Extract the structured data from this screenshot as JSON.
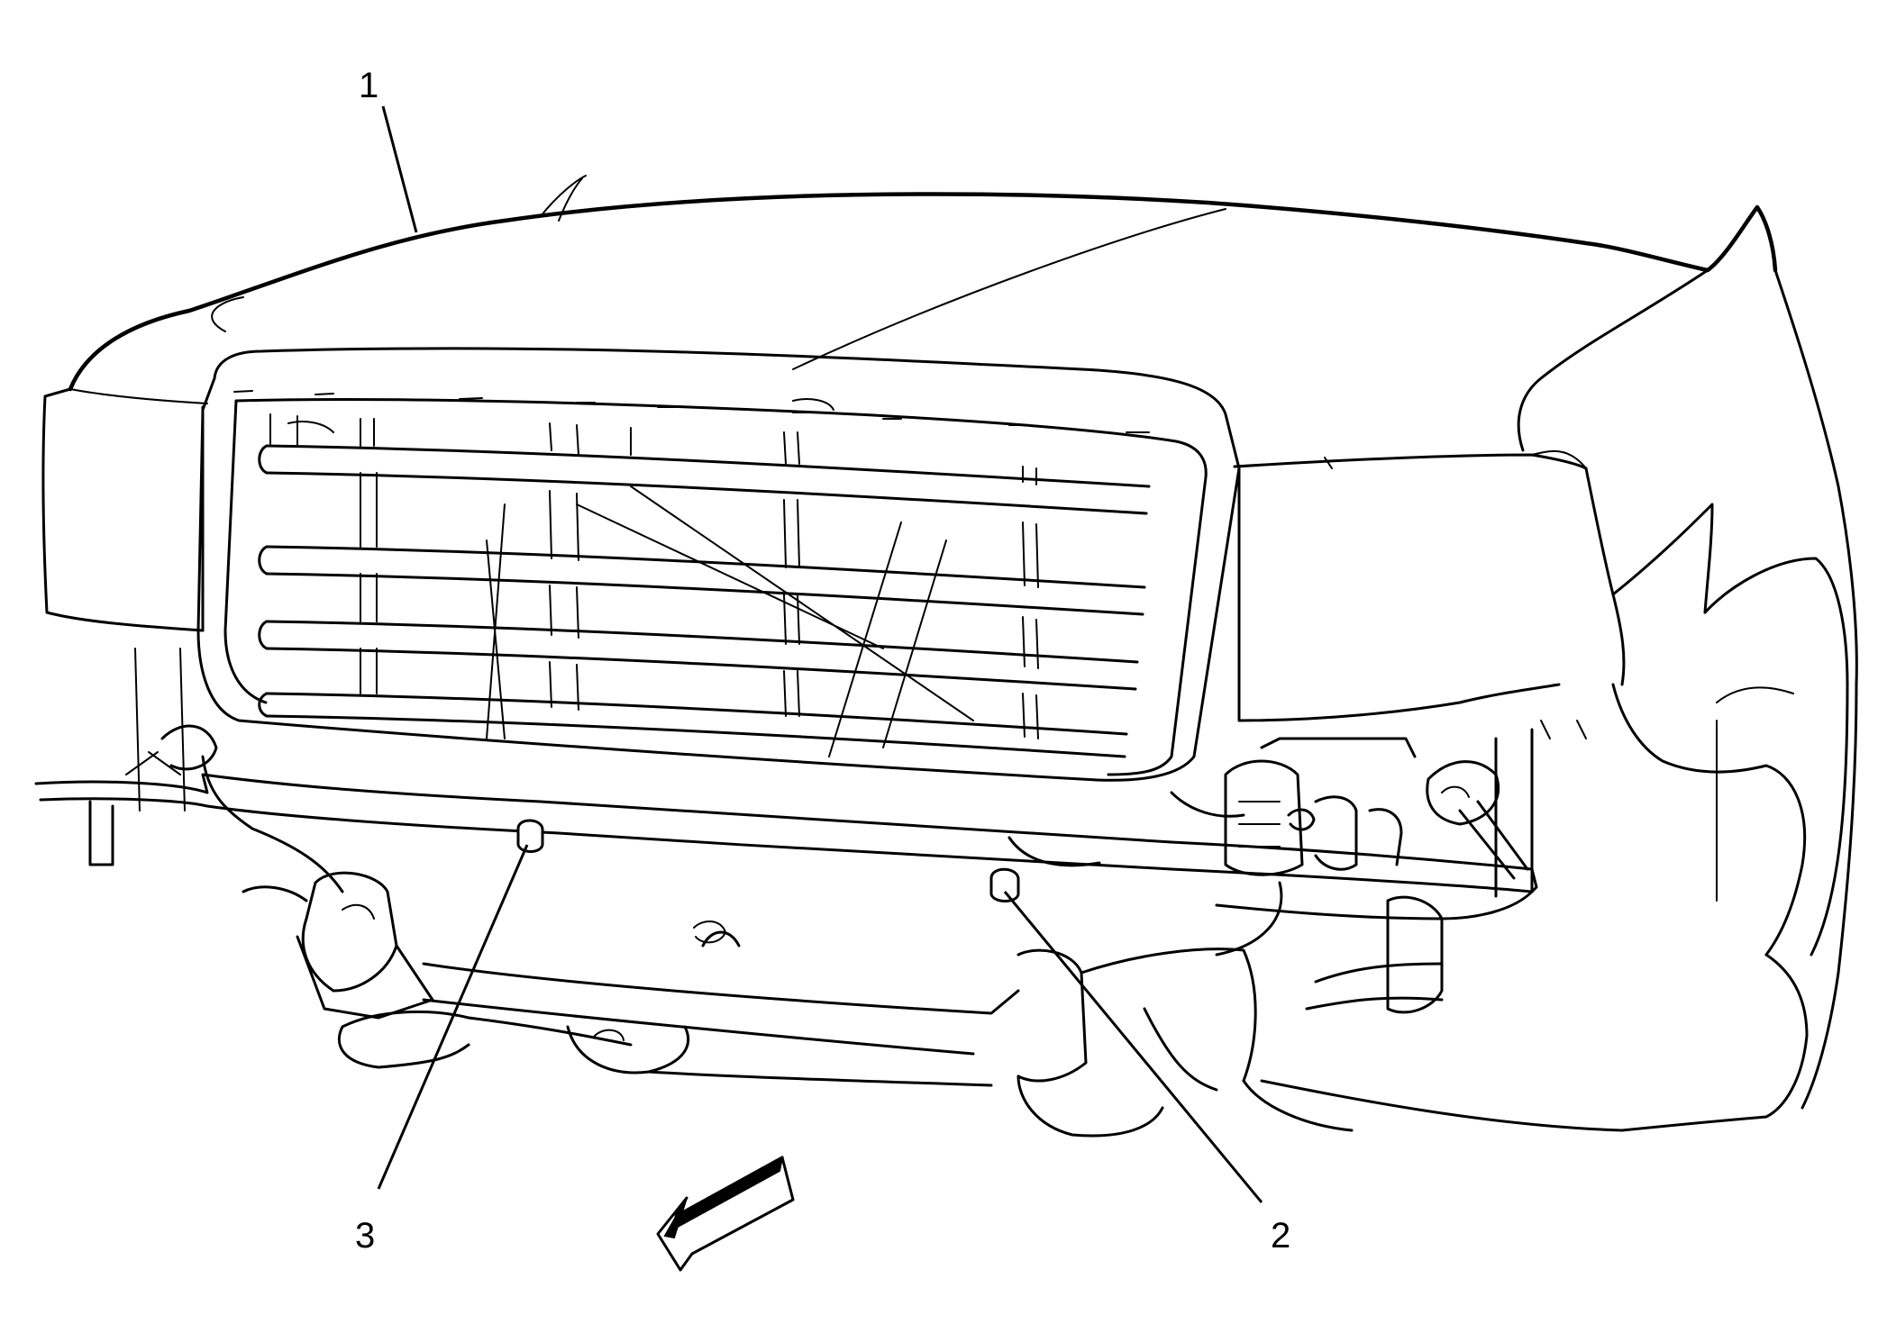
{
  "diagram": {
    "callouts": [
      {
        "id": "1",
        "label": "1"
      },
      {
        "id": "2",
        "label": "2"
      },
      {
        "id": "3",
        "label": "3"
      }
    ],
    "direction_arrow_icon": "forward-arrow-icon",
    "colors": {
      "line": "#000000",
      "background": "#ffffff"
    }
  }
}
